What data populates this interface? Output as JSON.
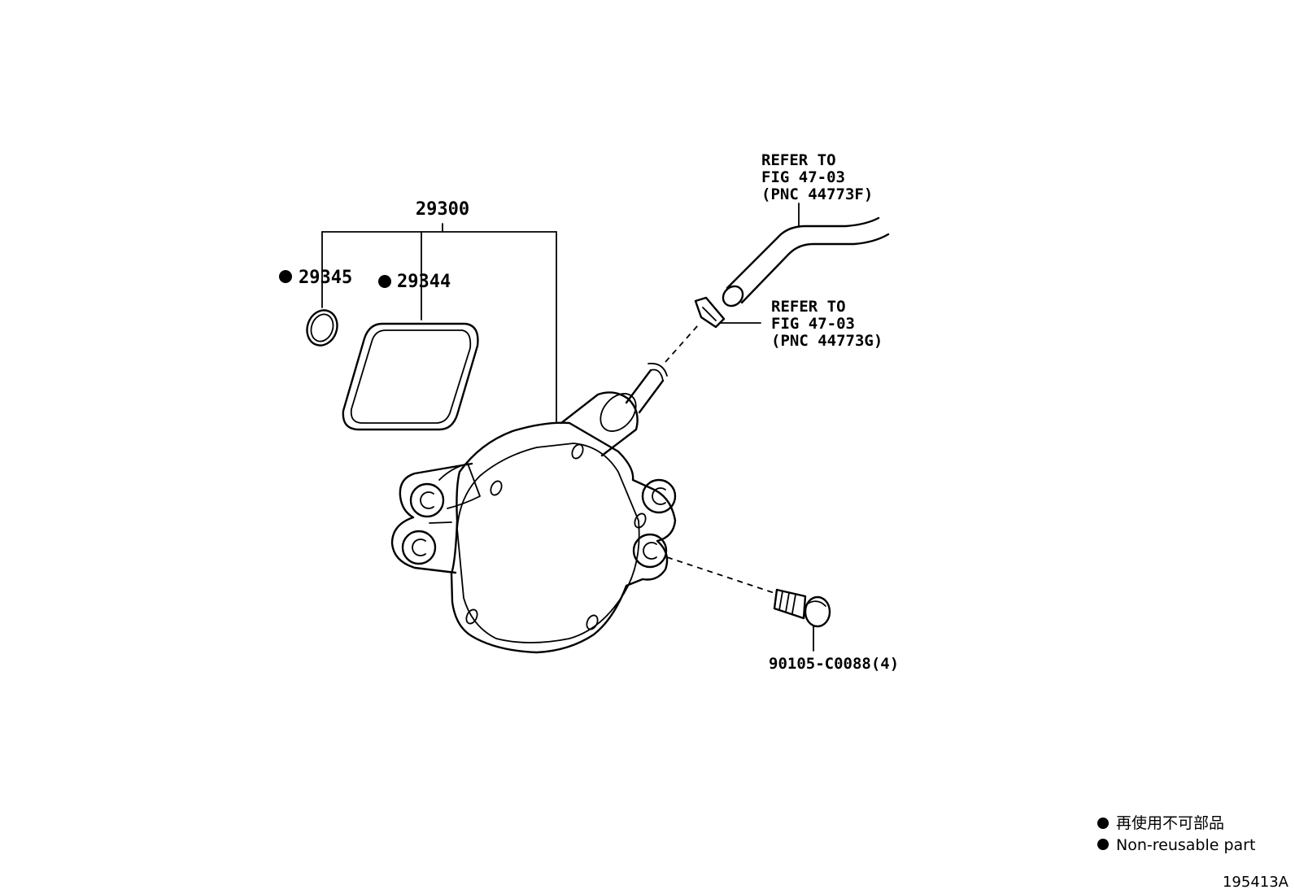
{
  "assembly": {
    "part_number": "29300"
  },
  "parts": {
    "o_ring": {
      "part_number": "29345",
      "non_reusable": true
    },
    "gasket": {
      "part_number": "29344",
      "non_reusable": true
    },
    "bolt": {
      "label": "90105-C0088(4)"
    }
  },
  "references": {
    "hose": {
      "line1": "REFER TO",
      "line2": "FIG 47-03",
      "line3": "(PNC 44773F)"
    },
    "clip": {
      "line1": "REFER TO",
      "line2": "FIG 47-03",
      "line3": "(PNC 44773G)"
    }
  },
  "legend": {
    "japanese": "再使用不可部品",
    "english": "Non-reusable part"
  },
  "figure_id": "195413A"
}
